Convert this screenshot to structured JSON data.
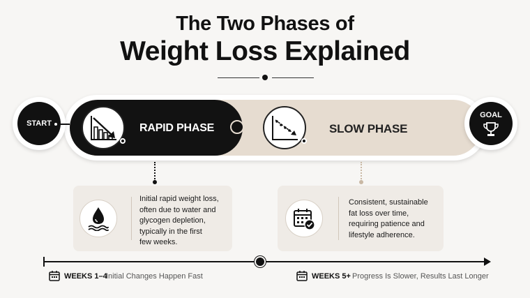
{
  "title": {
    "line1": "The Two Phases of",
    "line2": "Weight Loss Explained"
  },
  "start": {
    "label": "START"
  },
  "goal": {
    "label": "GOAL",
    "icon": "trophy-icon"
  },
  "rapid_phase": {
    "label": "RAPID PHASE",
    "icon": "steep-decline-chart-icon",
    "description": [
      "Initial rapid weight loss,",
      "often due to water and",
      "glycogen depletion,",
      "typically in the first",
      "few weeks."
    ],
    "card_icon": "water-drop-icon"
  },
  "slow_phase": {
    "label": "SLOW PHASE",
    "icon": "gradual-decline-chart-icon",
    "description": [
      "Consistent, sustainable",
      "fat loss over time,",
      "requiring patience and",
      "lifestyle adherence."
    ],
    "card_icon": "calendar-check-icon"
  },
  "timeline": {
    "left": {
      "weeks": "WEEKS 1–4",
      "caption": "Initial Changes Happen Fast",
      "icon": "calendar-icon"
    },
    "right": {
      "weeks": "WEEKS 5+",
      "caption": "Progress Is Slower, Results Last Longer",
      "icon": "calendar-icon"
    }
  },
  "colors": {
    "dark": "#121212",
    "beige": "#e6dcd0",
    "card": "#efebe6",
    "background": "#f7f6f4"
  }
}
